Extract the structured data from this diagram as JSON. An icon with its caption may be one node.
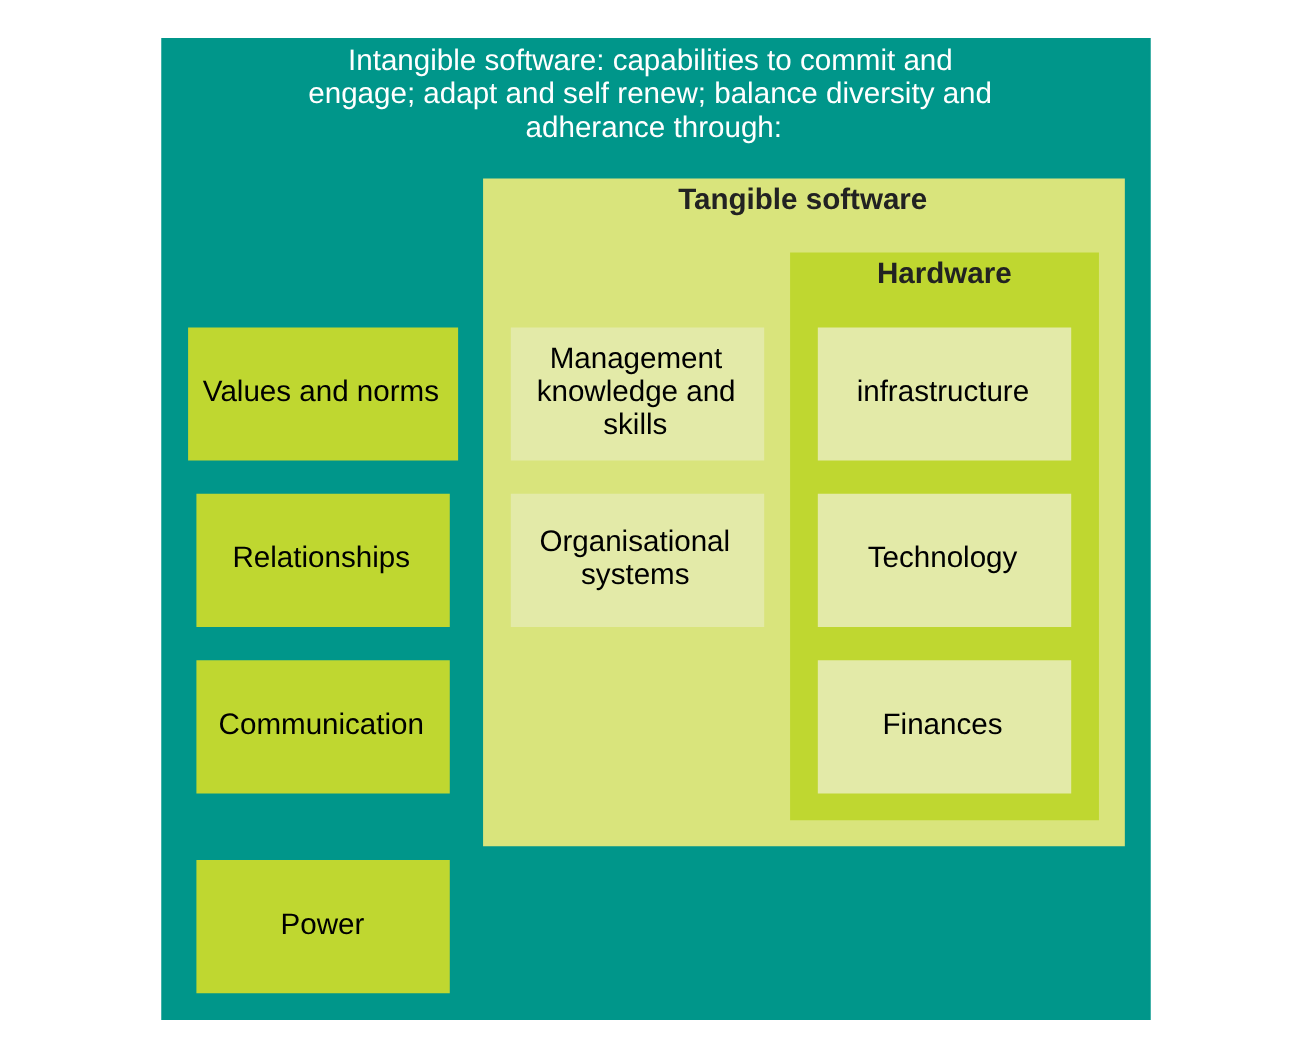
{
  "diagram": {
    "nodes": [
      {
        "text": [
          "Intangible software: capabilities to commit and engage; adapt and self renew; balance diversity and adherance through:"
        ]
      },
      {
        "text": [
          "Values and norms"
        ],
        "in": 0
      },
      {
        "text": [
          "Relationships"
        ],
        "in": 0
      },
      {
        "text": [
          "Communication"
        ],
        "in": 0
      },
      {
        "text": [
          "Power"
        ],
        "in": 0
      },
      {
        "text": [
          "Tangible software"
        ],
        "in": 0
      },
      {
        "text": [
          "Management knowledge and skills"
        ],
        "in": 5
      },
      {
        "text": [
          "Organisational systems"
        ],
        "in": 5
      },
      {
        "text": [
          "Hardware"
        ],
        "in": 5
      },
      {
        "text": [
          "infrastructure"
        ],
        "in": 8
      },
      {
        "text": [
          "Technology"
        ],
        "in": 8
      },
      {
        "text": [
          "Finances"
        ],
        "in": 8
      }
    ],
    "edges": []
  }
}
